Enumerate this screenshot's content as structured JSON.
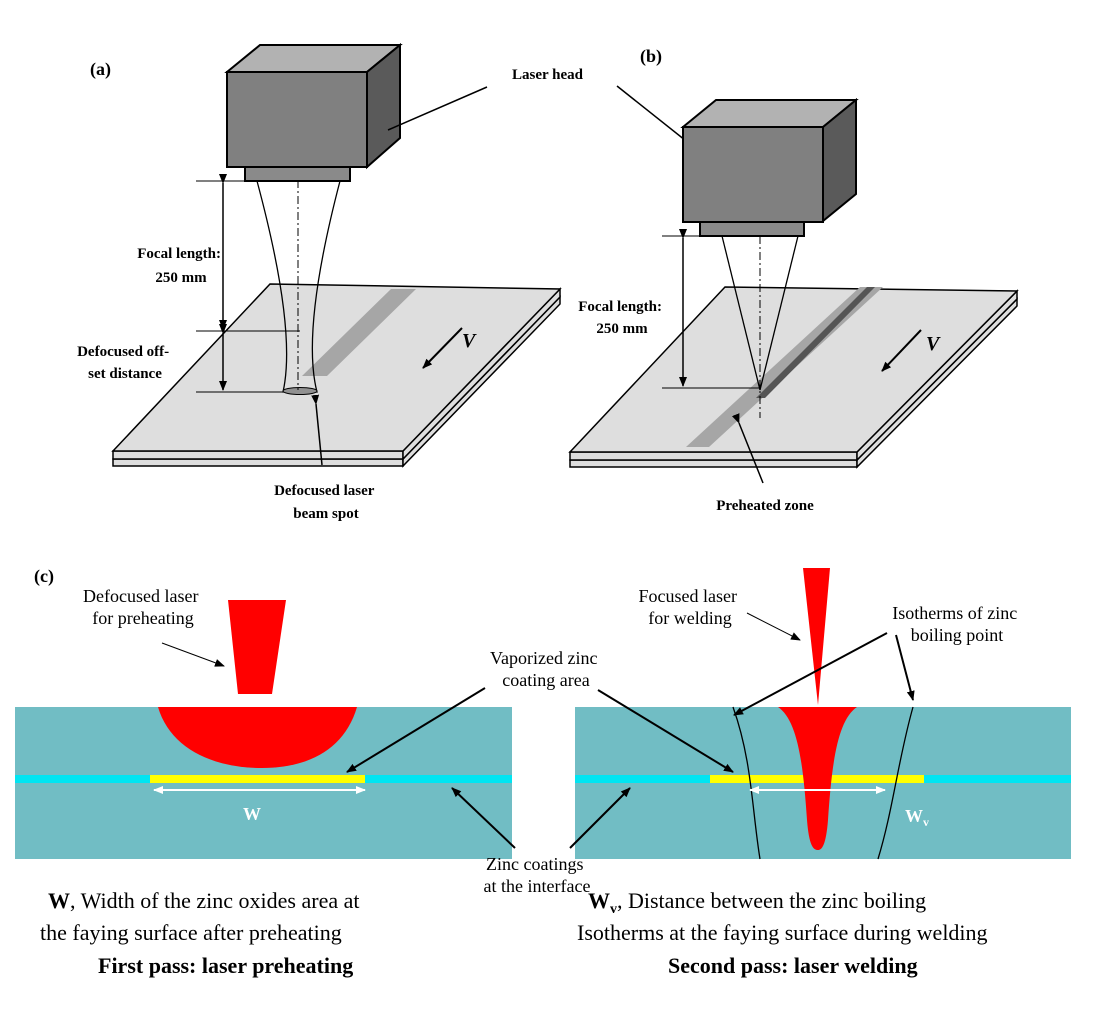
{
  "panels": {
    "a": "(a)",
    "b": "(b)",
    "c": "(c)"
  },
  "top": {
    "laser_head": "Laser head",
    "focal_length_line1": "Focal length:",
    "focal_length_line2": "250 mm",
    "defocus_offset_line1": "Defocused off-",
    "defocus_offset_line2": "set distance",
    "velocity": "V",
    "defocused_spot_line1": "Defocused laser",
    "defocused_spot_line2": "beam spot",
    "preheated_zone": "Preheated zone"
  },
  "bottom": {
    "defocused_laser_line1": "Defocused laser",
    "defocused_laser_line2": "for preheating",
    "focused_laser_line1": "Focused laser",
    "focused_laser_line2": "for welding",
    "vaporized_line1": "Vaporized zinc",
    "vaporized_line2": "coating area",
    "isotherms_line1": "Isotherms of zinc",
    "isotherms_line2": "boiling  point",
    "zinc_coatings_line1": "Zinc coatings",
    "zinc_coatings_line2": "at the interface",
    "w_symbol": "W",
    "wv_symbol": "W",
    "wv_subscript": "v",
    "left_caption_symbol": "W",
    "left_caption_line1": ", Width of the zinc oxides area at",
    "left_caption_line2": "the faying surface after preheating",
    "left_caption_line3": "First pass: laser preheating",
    "right_caption_symbol": "W",
    "right_caption_subscript": "v",
    "right_caption_line1": ", Distance between the zinc boiling",
    "right_caption_line2": "Isotherms at the faying surface during welding",
    "right_caption_line3": "Second pass: laser welding"
  },
  "colors": {
    "steel": "#71bdc4",
    "zinc_coating": "#00e5f2",
    "zinc_oxide": "#ffff00",
    "laser": "#ff0000",
    "laser_head_front": "#808080",
    "plate": "#dedede",
    "preheat_zone": "#a6a6a6",
    "weld_seam": "#555555"
  }
}
